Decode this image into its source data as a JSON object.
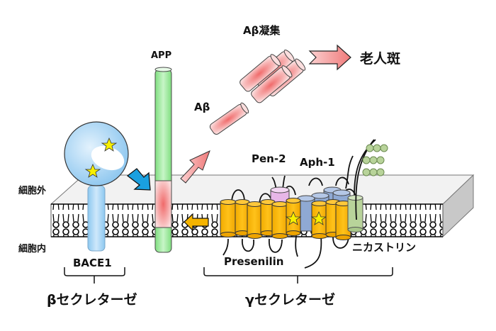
{
  "diagram": {
    "title": "Amyloid-beta production by beta- and gamma-secretase",
    "labels": {
      "abeta_aggregate": "Aβ凝集",
      "senile_plaque": "老人斑",
      "abeta": "Aβ",
      "app": "APP",
      "pen2": "Pen-2",
      "aph1": "Aph-1",
      "extracellular": "細胞外",
      "intracellular": "細胞内",
      "bace1": "BACE1",
      "presenilin": "Presenilin",
      "nicastrin": "ニカストリン",
      "beta_secretase": "βセクレターゼ",
      "gamma_secretase": "γセクレターゼ"
    },
    "colors": {
      "bace1_blue": "#9fd0f3",
      "app_green": "#8ee58e",
      "abeta_pink": "#f08a8a",
      "presenilin_orange": "#f5b400",
      "pen2_pink": "#e7b6e8",
      "aph1_blue": "#8fa9d3",
      "nicastrin_green": "#b8d39a",
      "beta_arrow_blue": "#1aa0e0",
      "gamma_arrow_orange": "#f5b400",
      "star_yellow": "#f8f000",
      "membrane_gray": "#f2f2f2"
    }
  }
}
